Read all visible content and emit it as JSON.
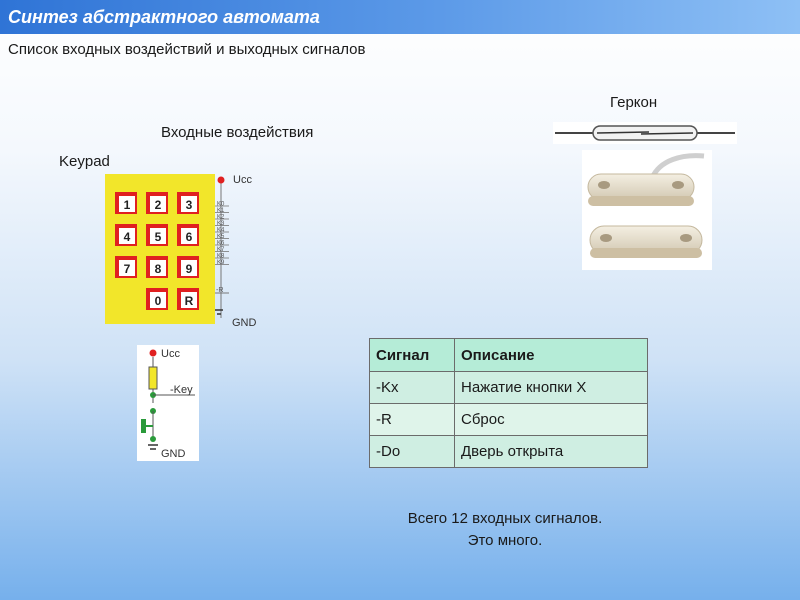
{
  "title": "Синтез абстрактного автомата",
  "subtitle": "Список входных воздействий и выходных сигналов",
  "labels": {
    "inputs": "Входные воздействия",
    "keypad": "Keypad",
    "reed": "Геркон"
  },
  "keypad": {
    "keys": [
      "1",
      "2",
      "3",
      "4",
      "5",
      "6",
      "7",
      "8",
      "9",
      "0",
      "R"
    ],
    "pins": [
      "K0",
      "K1",
      "K2",
      "K3",
      "K4",
      "K5",
      "K6",
      "K7",
      "K8",
      "K9"
    ],
    "reset_pin": "-R",
    "vcc": "Ucc",
    "gnd": "GND"
  },
  "switch_circuit": {
    "vcc": "Ucc",
    "key_label": "-Key",
    "gnd": "GND"
  },
  "table": {
    "headers": [
      "Сигнал",
      "Описание"
    ],
    "rows": [
      [
        "-Kx",
        "Нажатие кнопки X"
      ],
      [
        "-R",
        "Сброс"
      ],
      [
        "-Do",
        "Дверь открыта"
      ]
    ]
  },
  "note": {
    "line1": "Всего 12 входных сигналов.",
    "line2": "Это много."
  },
  "colors": {
    "keypad_body": "#f2e62a",
    "key_accent": "#e02020",
    "table_header": "#b5ecd7",
    "table_cell": "#cfeee2",
    "title_bar": "#2f74d6"
  }
}
